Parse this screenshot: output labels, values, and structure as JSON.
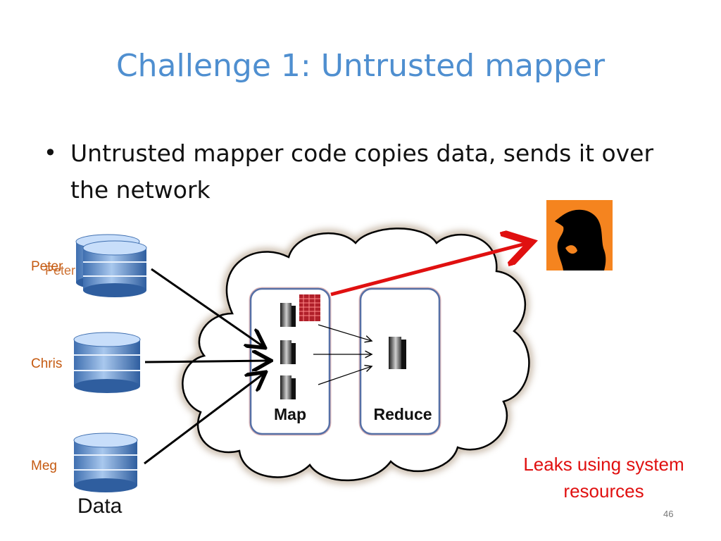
{
  "slide": {
    "title": "Challenge 1: Untrusted mapper",
    "bullet": "Untrusted mapper code copies data, sends it over the network",
    "page_number": "46"
  },
  "diagram": {
    "users": [
      {
        "name": "Peter",
        "overlap_name": "Peter"
      },
      {
        "name": "Chris"
      },
      {
        "name": "Meg"
      }
    ],
    "data_label": "Data",
    "map_label": "Map",
    "reduce_label": "Reduce",
    "leak_label_line1": "Leaks using system",
    "leak_label_line2": "resources",
    "colors": {
      "title": "#4f8fd0",
      "user_label": "#c55a11",
      "leak": "#e01010",
      "attacker_bg": "#f5841f",
      "box_border": "#5670a6"
    },
    "icons": [
      "database-icon",
      "server-icon",
      "malware-icon",
      "attacker-icon",
      "cloud-icon"
    ]
  }
}
